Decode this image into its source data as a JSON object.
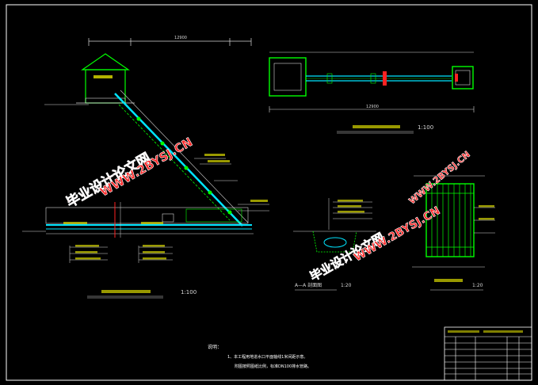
{
  "colors": {
    "background": "#000000",
    "frame": "#ffffff",
    "dimension": "#d7d7d7",
    "structure": "#00e5ff",
    "accent_green": "#00ff00",
    "accent_red": "#ff2222",
    "accent_yellow": "#ffff00",
    "accent_magenta": "#ff00ff",
    "watermark": "#ff2a2a",
    "watermark_stroke": "#ffffff"
  },
  "watermarks": {
    "site_cn_1": "毕业设计论文网",
    "site_url_1": "WWW.2BYSJ.CN",
    "site_cn_2": "毕业设计论文网",
    "site_url_2": "WWW.2BYSJ.CN",
    "site_url_3": "WWW.2BYSJ.CN"
  },
  "section_view": {
    "top_dimension": "12900",
    "scale": "1:100"
  },
  "plan_view": {
    "total_dimension": "12900",
    "scale": "1:100"
  },
  "detail_aa": {
    "label": "A—A 剖面图",
    "scale": "1:20"
  },
  "detail_grate": {
    "scale": "1:20"
  },
  "notes": {
    "heading": "说明：",
    "line1": "1、本工程用地进水口平面轴线1米间距示意。",
    "line2": "附图按照图纸比例，标准DN100排水管路。"
  }
}
